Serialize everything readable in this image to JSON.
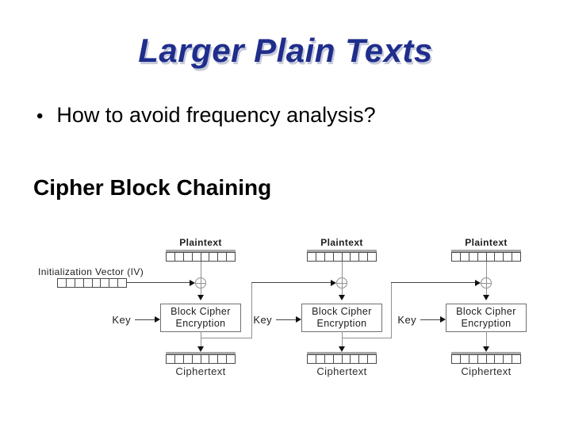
{
  "slide": {
    "title": "Larger Plain Texts",
    "bullet_char": "•",
    "bullet": "How to avoid frequency analysis?",
    "subtitle": "Cipher Block Chaining"
  },
  "diagram": {
    "type": "cbc-encryption-flow",
    "plaintext_label": "Plaintext",
    "iv_label": "Initialization Vector (IV)",
    "key_label": "Key",
    "box_line1": "Block Cipher",
    "box_line2": "Encryption",
    "ciphertext_label": "Ciphertext",
    "xor_symbol": "⊕",
    "cells_per_register": 8,
    "columns": 3
  },
  "colors": {
    "title": "#1f2e8c",
    "title_shadow": "#c6cada",
    "text": "#000000",
    "line_gray": "#909090",
    "line_dark": "#454545",
    "arrow": "#111111",
    "cell": "#4a4a4a",
    "bar": "#a8a8a8",
    "box_border": "#707070",
    "diagram_text": "#1c1c1c"
  }
}
